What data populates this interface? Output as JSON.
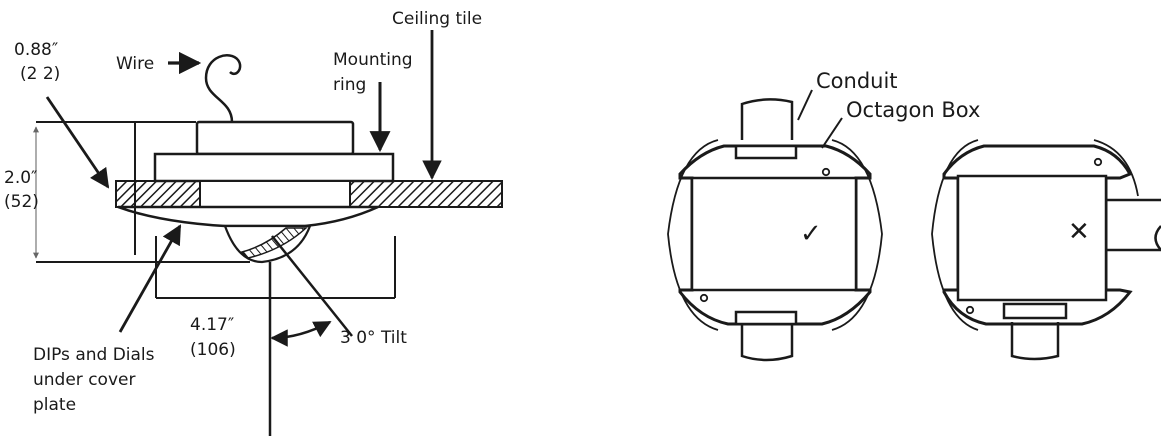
{
  "left_diagram": {
    "ceiling_tile": "Ceiling tile",
    "wire": "Wire",
    "mounting_ring_line1": "Mounting",
    "mounting_ring_line2": "ring",
    "depth_in": "0.88″",
    "depth_mm": "(2 2)",
    "height_in": "2.0″",
    "height_mm": "(52)",
    "width_in": "4.17″",
    "width_mm": "(106)",
    "tilt": "3 0° Tilt",
    "dips_line1": "DIPs and Dials",
    "dips_line2": "under cover",
    "dips_line3": "plate"
  },
  "right_diagram": {
    "conduit": "Conduit",
    "octagon_box": "Octagon Box",
    "correct_mark": "✓",
    "incorrect_mark": "✕"
  }
}
